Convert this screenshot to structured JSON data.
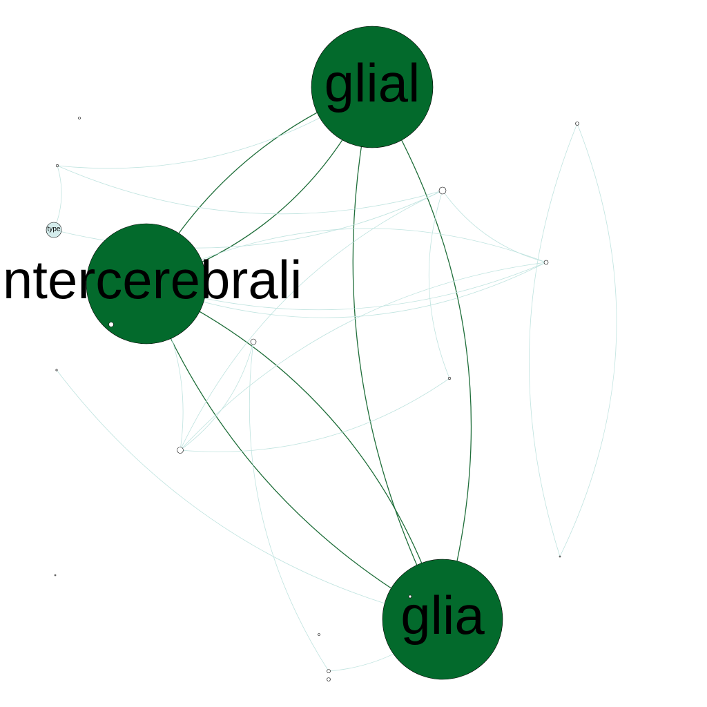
{
  "graph": {
    "colors": {
      "hub_fill": "#036a2c",
      "small_fill": "#ffffff",
      "type_fill": "#d4ecec",
      "strong_edge": "#1f6e3a",
      "weak_edge": "#bfe3df"
    },
    "nodes": [
      {
        "id": "glial",
        "label": "glial",
        "kind": "hub"
      },
      {
        "id": "intercerebrali",
        "label": "intercerebrali",
        "kind": "hub"
      },
      {
        "id": "glia",
        "label": "glia",
        "kind": "hub"
      },
      {
        "id": "type",
        "label": "type",
        "kind": "tagged"
      },
      {
        "id": "n-cell",
        "label": "",
        "kind": "small"
      },
      {
        "id": "n-right",
        "label": "",
        "kind": "small"
      },
      {
        "id": "n-topright",
        "label": "",
        "kind": "small"
      },
      {
        "id": "n-mid",
        "label": "",
        "kind": "small"
      },
      {
        "id": "n-midright",
        "label": "",
        "kind": "small"
      },
      {
        "id": "n-lowleft",
        "label": "",
        "kind": "small"
      },
      {
        "id": "n-left-a",
        "label": "",
        "kind": "small"
      },
      {
        "id": "n-left-b",
        "label": "",
        "kind": "small"
      },
      {
        "id": "n-left-c",
        "label": "",
        "kind": "small"
      },
      {
        "id": "n-left-d",
        "label": "",
        "kind": "small"
      },
      {
        "id": "n-inner",
        "label": "",
        "kind": "small"
      },
      {
        "id": "n-bottom-a",
        "label": "",
        "kind": "small"
      },
      {
        "id": "n-bottom-b",
        "label": "",
        "kind": "small"
      },
      {
        "id": "n-bottom-c",
        "label": "",
        "kind": "small"
      },
      {
        "id": "n-bottom-d",
        "label": "",
        "kind": "small"
      },
      {
        "id": "n-glia-dot",
        "label": "",
        "kind": "small"
      },
      {
        "id": "n-far-right",
        "label": "",
        "kind": "small"
      }
    ],
    "edges": [
      {
        "source": "glial",
        "target": "intercerebrali",
        "strength": "strong"
      },
      {
        "source": "glial",
        "target": "intercerebrali",
        "strength": "strong",
        "alt": true
      },
      {
        "source": "glial",
        "target": "glia",
        "strength": "strong"
      },
      {
        "source": "glial",
        "target": "glia",
        "strength": "strong",
        "alt": true
      },
      {
        "source": "intercerebrali",
        "target": "glia",
        "strength": "strong"
      },
      {
        "source": "intercerebrali",
        "target": "glia",
        "strength": "strong",
        "alt": true
      },
      {
        "source": "n-left-b",
        "target": "n-cell",
        "strength": "weak"
      },
      {
        "source": "n-left-b",
        "target": "glial",
        "strength": "weak"
      },
      {
        "source": "type",
        "target": "n-cell",
        "strength": "weak"
      },
      {
        "source": "type",
        "target": "n-left-b",
        "strength": "weak"
      },
      {
        "source": "intercerebrali",
        "target": "n-right",
        "strength": "weak"
      },
      {
        "source": "intercerebrali",
        "target": "n-right",
        "strength": "weak",
        "alt": true
      },
      {
        "source": "n-cell",
        "target": "n-right",
        "strength": "weak"
      },
      {
        "source": "n-cell",
        "target": "n-lowleft",
        "strength": "weak"
      },
      {
        "source": "n-cell",
        "target": "n-midright",
        "strength": "weak"
      },
      {
        "source": "n-lowleft",
        "target": "n-midright",
        "strength": "weak"
      },
      {
        "source": "n-lowleft",
        "target": "n-mid",
        "strength": "weak"
      },
      {
        "source": "n-lowleft",
        "target": "intercerebrali",
        "strength": "weak"
      },
      {
        "source": "n-mid",
        "target": "n-bottom-b",
        "strength": "weak"
      },
      {
        "source": "n-left-c",
        "target": "glia",
        "strength": "weak"
      },
      {
        "source": "n-bottom-b",
        "target": "glia",
        "strength": "weak"
      },
      {
        "source": "n-topright",
        "target": "n-far-right",
        "strength": "weak"
      },
      {
        "source": "n-topright",
        "target": "n-far-right",
        "strength": "weak",
        "alt": true
      },
      {
        "source": "n-right",
        "target": "n-lowleft",
        "strength": "weak"
      },
      {
        "source": "n-right",
        "target": "intercerebrali",
        "strength": "weak",
        "alt": true
      }
    ]
  }
}
